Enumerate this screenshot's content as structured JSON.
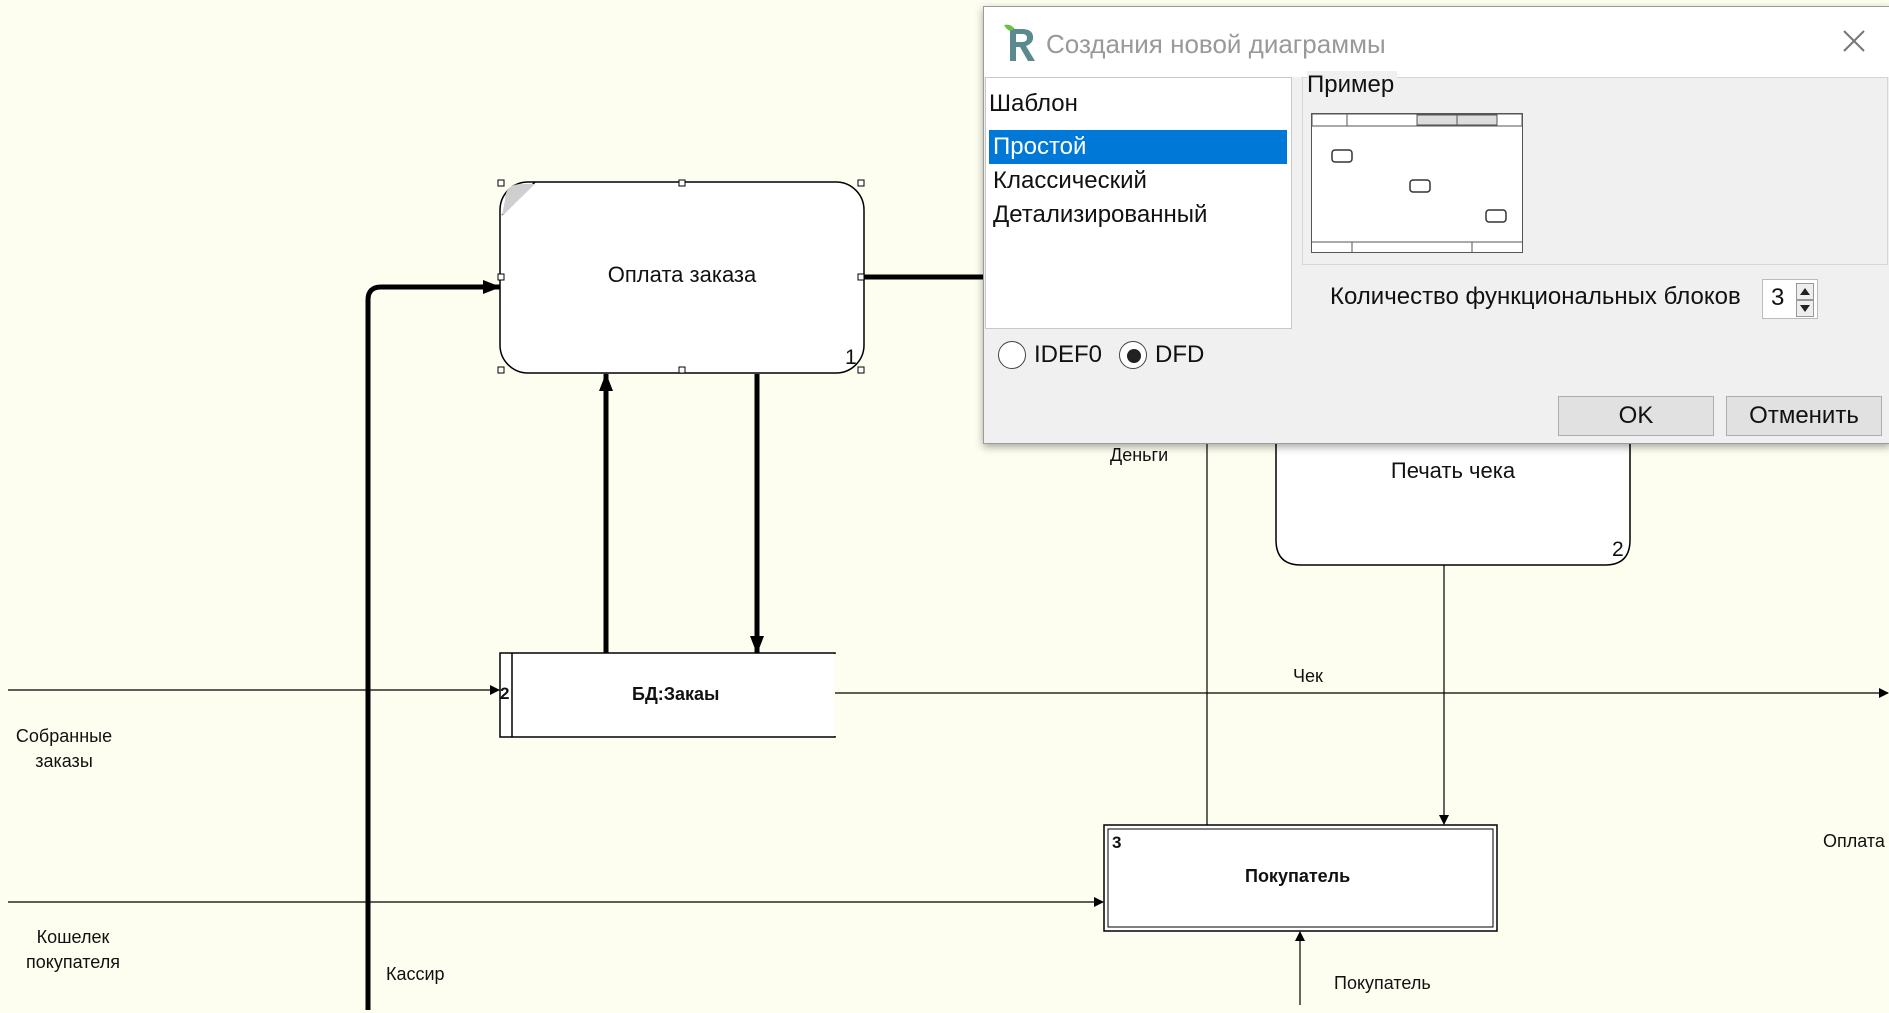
{
  "diagram": {
    "processes": [
      {
        "title": "Оплата заказа",
        "number": "1"
      },
      {
        "title": "Печать чека",
        "number": "2"
      }
    ],
    "stores": [
      {
        "title": "БД:Закаы",
        "number": "2"
      }
    ],
    "external_entities": [
      {
        "title": "Покупатель",
        "number": "3"
      }
    ],
    "arrow_labels": {
      "collected_orders": "Собранные\nзаказы",
      "buyer_wallet": "Кошелек\nпокупателя",
      "cashier": "Кассир",
      "money": "Деньги",
      "receipt": "Чек",
      "payment": "Оплата",
      "buyer": "Покупатель"
    },
    "colors": {
      "canvas": "#fefef0",
      "line": "#000000"
    }
  },
  "dialog": {
    "title": "Создания новой диаграммы",
    "logo_icon": "r-logo-icon",
    "close_icon": "close-icon",
    "template_header": "Шаблон",
    "templates": [
      "Простой",
      "Классический",
      "Детализированный"
    ],
    "selected_template": "Простой",
    "example_header": "Пример",
    "blocks_label": "Количество функциональных блоков",
    "blocks_count": "3",
    "radio_options": [
      "IDEF0",
      "DFD"
    ],
    "selected_radio": "DFD",
    "ok_label": "OK",
    "cancel_label": "Отменить",
    "colors": {
      "selection": "#0078d7",
      "dialog_bg": "#f0f0f0",
      "title_text": "#999999"
    }
  }
}
